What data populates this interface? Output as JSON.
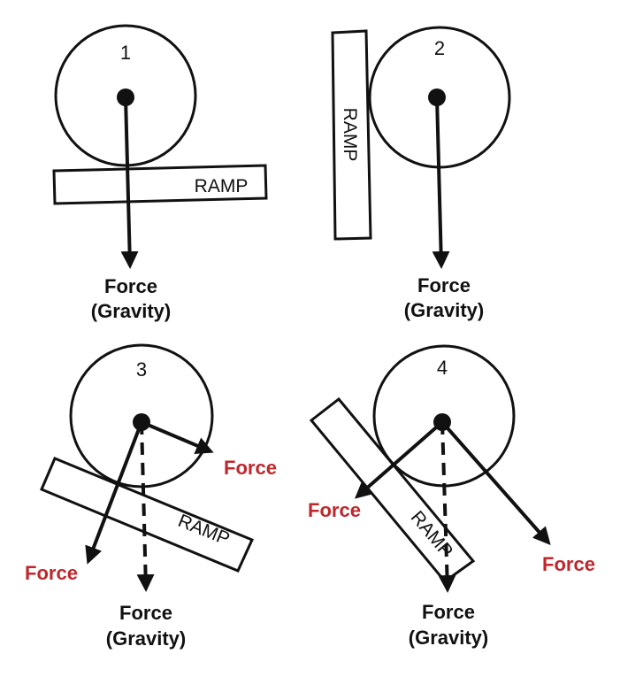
{
  "colors": {
    "line": "#111111",
    "force_red": "#c0272d",
    "background": "#ffffff"
  },
  "panels": [
    {
      "number": "1",
      "ramp_label": "RAMP",
      "gravity_label": {
        "line1": "Force",
        "line2": "(Gravity)"
      },
      "forces": []
    },
    {
      "number": "2",
      "ramp_label": "RAMP",
      "gravity_label": {
        "line1": "Force",
        "line2": "(Gravity)"
      },
      "forces": []
    },
    {
      "number": "3",
      "ramp_label": "RAMP",
      "gravity_label": {
        "line1": "Force",
        "line2": "(Gravity)"
      },
      "forces": [
        {
          "label": "Force"
        },
        {
          "label": "Force"
        }
      ]
    },
    {
      "number": "4",
      "ramp_label": "RAMP",
      "gravity_label": {
        "line1": "Force",
        "line2": "(Gravity)"
      },
      "forces": [
        {
          "label": "Force"
        },
        {
          "label": "Force"
        }
      ]
    }
  ]
}
